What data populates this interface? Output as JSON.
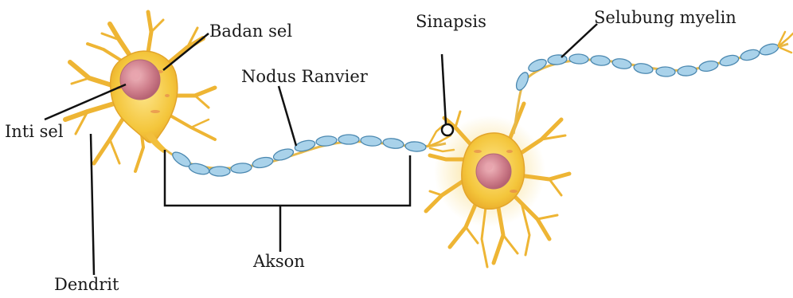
{
  "labels": {
    "badan_sel": "Badan sel",
    "inti_sel": "Inti sel",
    "dendrit": "Dendrit",
    "nodus_ranvier": "Nodus Ranvier",
    "akson": "Akson",
    "sinapsis": "Sinapsis",
    "selubung_myelin": "Selubung myelin"
  },
  "colors": {
    "cell_body": "#f3c53a",
    "cell_body_edge": "#e3a52a",
    "nucleus": "#c67a86",
    "myelin": "#a9d2ea",
    "myelin_edge": "#4b88b0",
    "axon": "#e7b94a",
    "leader_line": "#111111"
  }
}
